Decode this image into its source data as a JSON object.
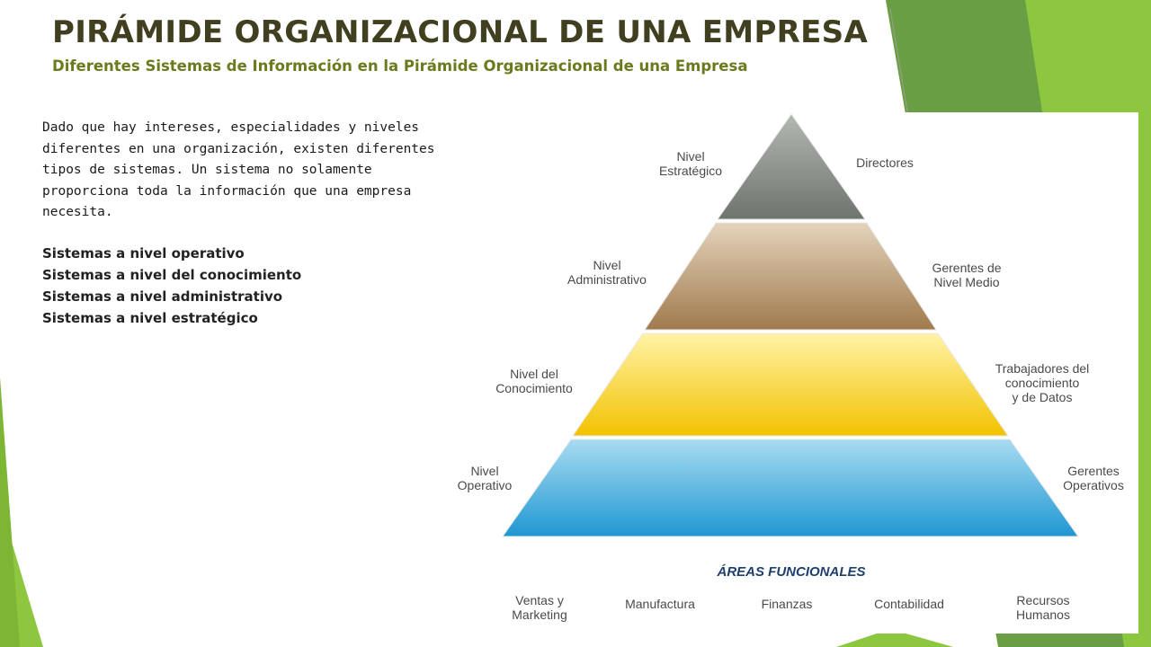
{
  "slide": {
    "title": "PIRÁMIDE ORGANIZACIONAL DE UNA EMPRESA",
    "subtitle": "Diferentes Sistemas de Información en la Pirámide Organizacional de una Empresa",
    "intro_lines": [
      "Dado que hay intereses, especialidades y niveles",
      "diferentes en una organización, existen diferentes",
      "tipos de sistemas. Un sistema no solamente",
      "proporciona toda la información que una empresa",
      "necesita."
    ],
    "systems": [
      "Sistemas a nivel operativo",
      "Sistemas a nivel del conocimiento",
      "Sistemas a nivel administrativo",
      "Sistemas a nivel estratégico"
    ]
  },
  "pyramid": {
    "levels": [
      {
        "left": [
          "Nivel",
          "Estratégico"
        ],
        "right": [
          "Directores"
        ]
      },
      {
        "left": [
          "Nivel",
          "Administrativo"
        ],
        "right": [
          "Gerentes de",
          "Nivel Medio"
        ]
      },
      {
        "left": [
          "Nivel del",
          "Conocimiento"
        ],
        "right": [
          "Trabajadores del",
          "conocimiento",
          "y de Datos"
        ]
      },
      {
        "left": [
          "Nivel",
          "Operativo"
        ],
        "right": [
          "Gerentes",
          "Operativos"
        ]
      }
    ],
    "areas_title": "ÁREAS FUNCIONALES",
    "areas": [
      [
        "Ventas y",
        "Marketing"
      ],
      [
        "Manufactura"
      ],
      [
        "Finanzas"
      ],
      [
        "Contabilidad"
      ],
      [
        "Recursos",
        "Humanos"
      ]
    ],
    "colors": {
      "strategic": "#7a7f7a",
      "administrative": "#a88a62",
      "knowledge": "#f5c518",
      "operational": "#2aa3d8",
      "label_text": "#4a4a4a",
      "areas_title": "#1c3f6e"
    }
  },
  "theme": {
    "accent_dark": "#5e9a3a",
    "accent_light": "#8dc63f"
  }
}
